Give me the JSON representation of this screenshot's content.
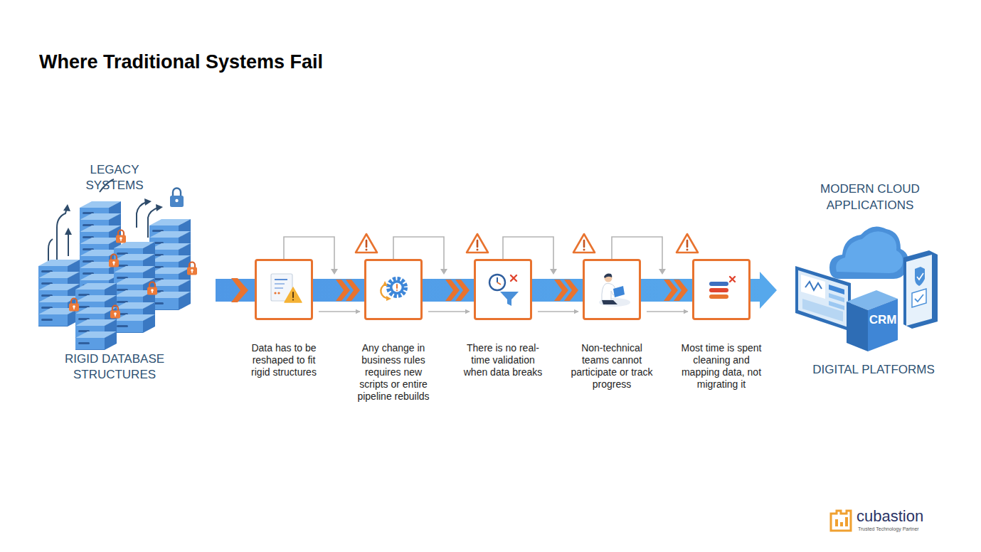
{
  "diagram": {
    "title": "Where Traditional Systems Fail",
    "nodes": [
      {
        "text": [
          "Data has to be reshaped to fit rigid structures"
        ]
      },
      {
        "text": [
          "Any change in business rules requires new scripts or entire pipeline rebuilds"
        ]
      },
      {
        "text": [
          "There is no real-time validation when data breaks"
        ]
      },
      {
        "text": [
          "Non-technical teams cannot participate or track progress"
        ]
      },
      {
        "text": [
          "Most time is spent cleaning and mapping data, not migrating it"
        ]
      }
    ],
    "edges": [
      {
        "from": 0,
        "to": 1,
        "arrow": "to"
      },
      {
        "from": 1,
        "to": 2,
        "arrow": "to"
      },
      {
        "from": 2,
        "to": 3,
        "arrow": "to"
      },
      {
        "from": 3,
        "to": 4,
        "arrow": "to"
      }
    ],
    "labels": [
      "LEGACY SYSTEMS",
      "RIGID DATABASE STRUCTURES",
      "MODERN CLOUD APPLICATIONS",
      "DIGITAL PLATFORMS",
      "CRM",
      "cubastion",
      "Trusted Technology Partner"
    ]
  }
}
